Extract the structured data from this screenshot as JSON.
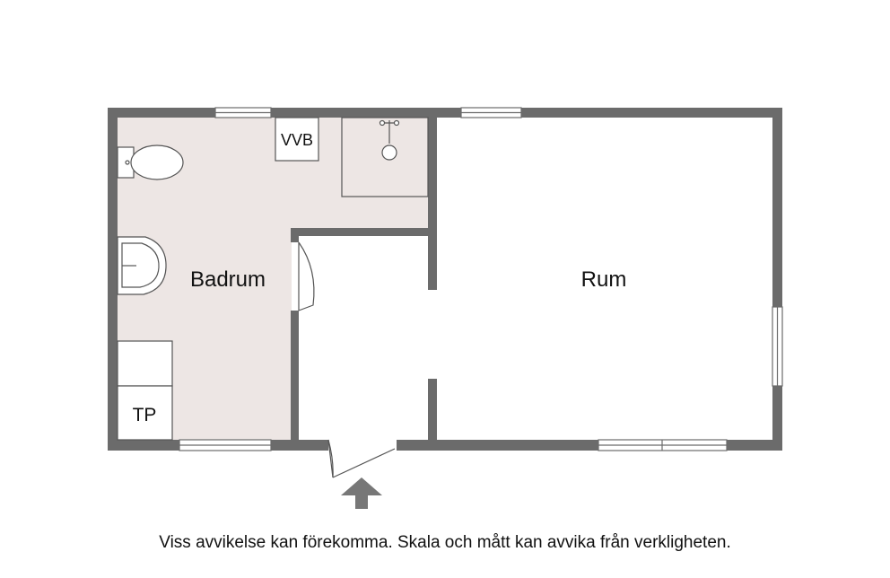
{
  "rooms": {
    "bathroom": "Badrum",
    "room": "Rum"
  },
  "fixtures": {
    "water_heater": "VVB",
    "washer_dryer": "TP"
  },
  "disclaimer": "Viss avvikelse kan förekomma. Skala och mått kan avvika från verkligheten.",
  "colors": {
    "wall": "#6b6b6b",
    "bathroom_floor": "#ede6e4",
    "fixture_stroke": "#555555",
    "entrance_arrow": "#777777"
  }
}
